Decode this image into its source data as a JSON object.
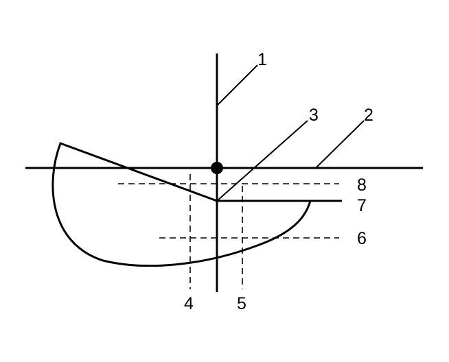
{
  "diagram": {
    "colors": {
      "stroke": "#000000",
      "background": "#ffffff"
    },
    "callouts": {
      "c1": "1",
      "c2": "2",
      "c3": "3",
      "c4": "4",
      "c5": "5",
      "c6": "6",
      "c7": "7",
      "c8": "8"
    }
  }
}
